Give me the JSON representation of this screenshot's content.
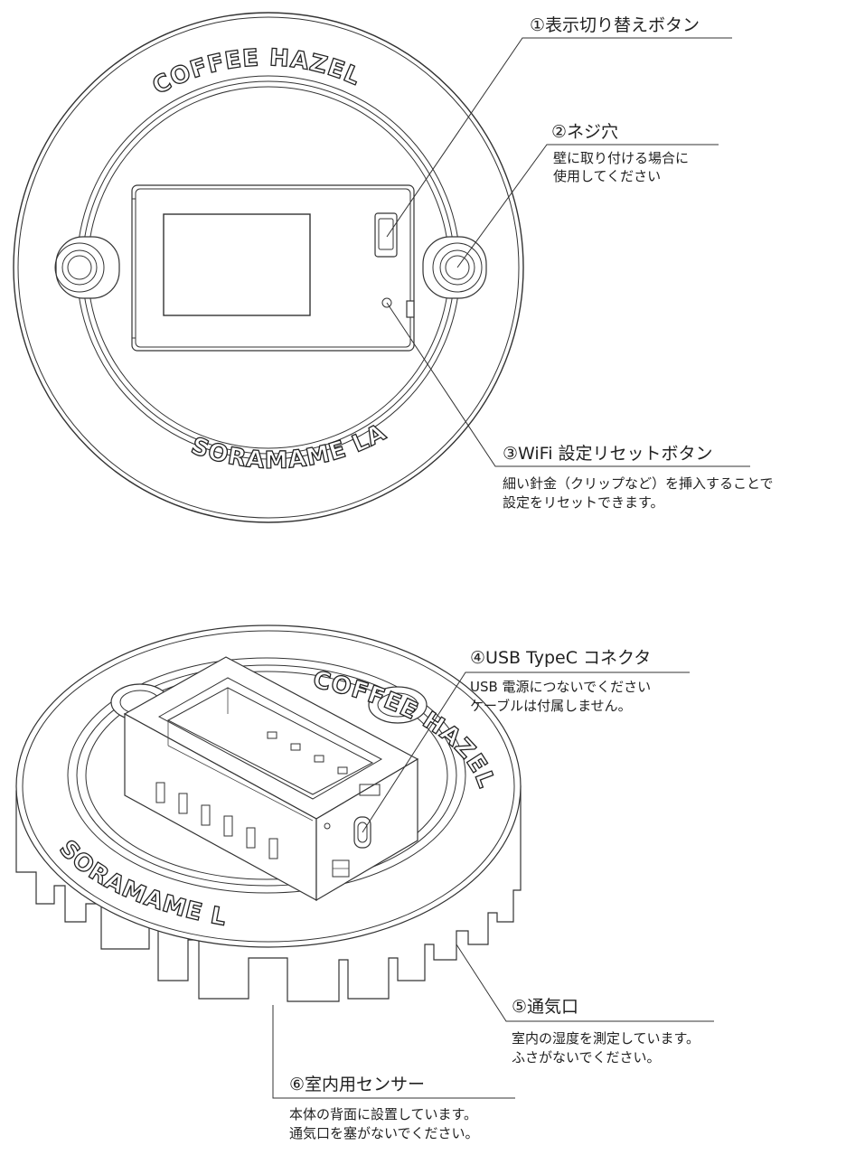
{
  "brand": {
    "top": "COFFEE HAZEL",
    "bottom": "SORAMAME LAB"
  },
  "callouts": [
    {
      "id": "1",
      "title": "①表示切り替えボタン",
      "lines": []
    },
    {
      "id": "2",
      "title": "②ネジ穴",
      "lines": [
        "壁に取り付ける場合に",
        "使用してください"
      ]
    },
    {
      "id": "3",
      "title": "③WiFi 設定リセットボタン",
      "lines": [
        "細い針金（クリップなど）を挿入することで",
        "設定をリセットできます。"
      ]
    },
    {
      "id": "4",
      "title": "④USB TypeC コネクタ",
      "lines": [
        "USB 電源につないでください",
        "ケーブルは付属しません。"
      ]
    },
    {
      "id": "5",
      "title": "⑤通気口",
      "lines": [
        "室内の湿度を測定しています。",
        "ふさがないでください。"
      ]
    },
    {
      "id": "6",
      "title": "⑥室内用センサー",
      "lines": [
        "本体の背面に設置しています。",
        "通気口を塞がないでください。"
      ]
    }
  ],
  "colors": {
    "line": "#333333",
    "fill": "#ffffff",
    "text": "#222222"
  }
}
